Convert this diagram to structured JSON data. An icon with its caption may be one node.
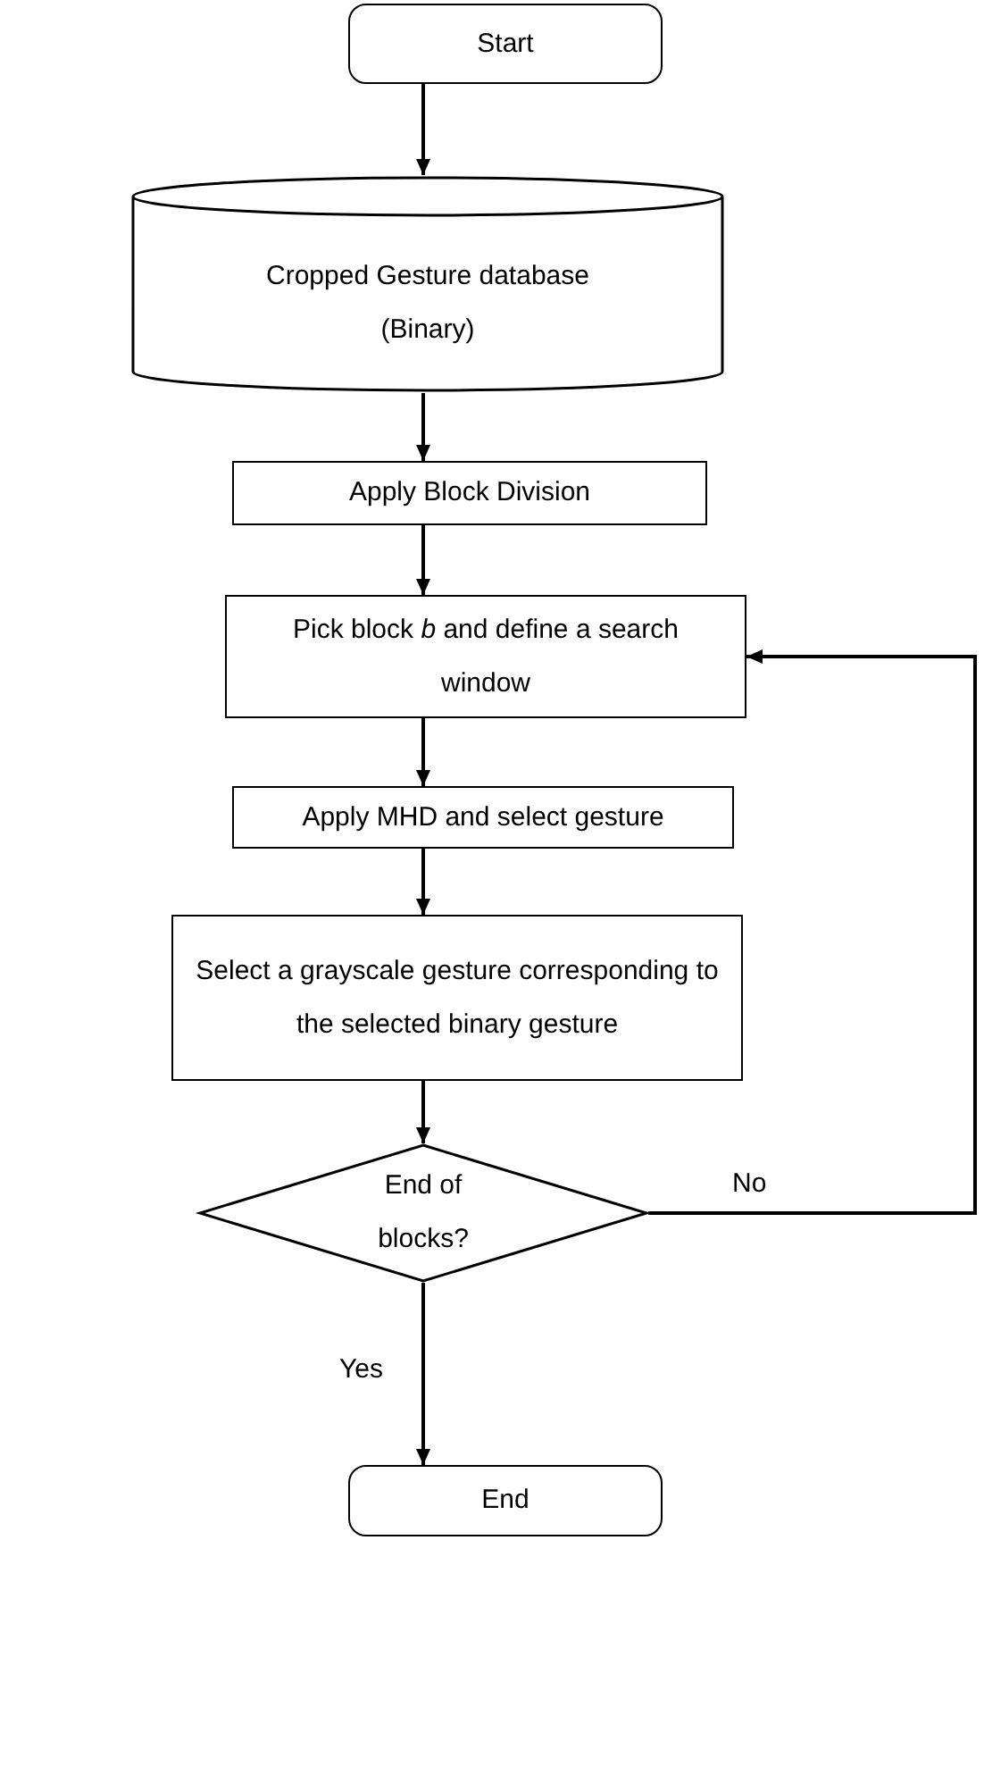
{
  "diagram": {
    "nodes": [
      {
        "text": [
          "Start"
        ]
      },
      {
        "text": [
          "Cropped Gesture database (Binary)"
        ]
      },
      {
        "text": [
          "Apply Block Division"
        ]
      },
      {
        "text": [
          "Pick block *b* and define a search window"
        ]
      },
      {
        "text": [
          "Apply MHD and select gesture"
        ]
      },
      {
        "text": [
          "Select a grayscale gesture corresponding to the selected binary gesture"
        ]
      },
      {
        "text": [
          "End of blocks?"
        ]
      },
      {
        "text": [
          "End"
        ]
      }
    ],
    "edges": [
      {
        "from": 0,
        "to": 1,
        "arrow": "to"
      },
      {
        "from": 1,
        "to": 2,
        "arrow": "to"
      },
      {
        "from": 2,
        "to": 3,
        "arrow": "to"
      },
      {
        "from": 3,
        "to": 4,
        "arrow": "to"
      },
      {
        "from": 4,
        "to": 5,
        "arrow": "to"
      },
      {
        "from": 5,
        "to": 6,
        "arrow": "to"
      },
      {
        "from": 6,
        "to": 3,
        "arrow": "to",
        "label": "No"
      },
      {
        "from": 6,
        "to": 7,
        "arrow": "to",
        "label": "Yes"
      }
    ]
  }
}
